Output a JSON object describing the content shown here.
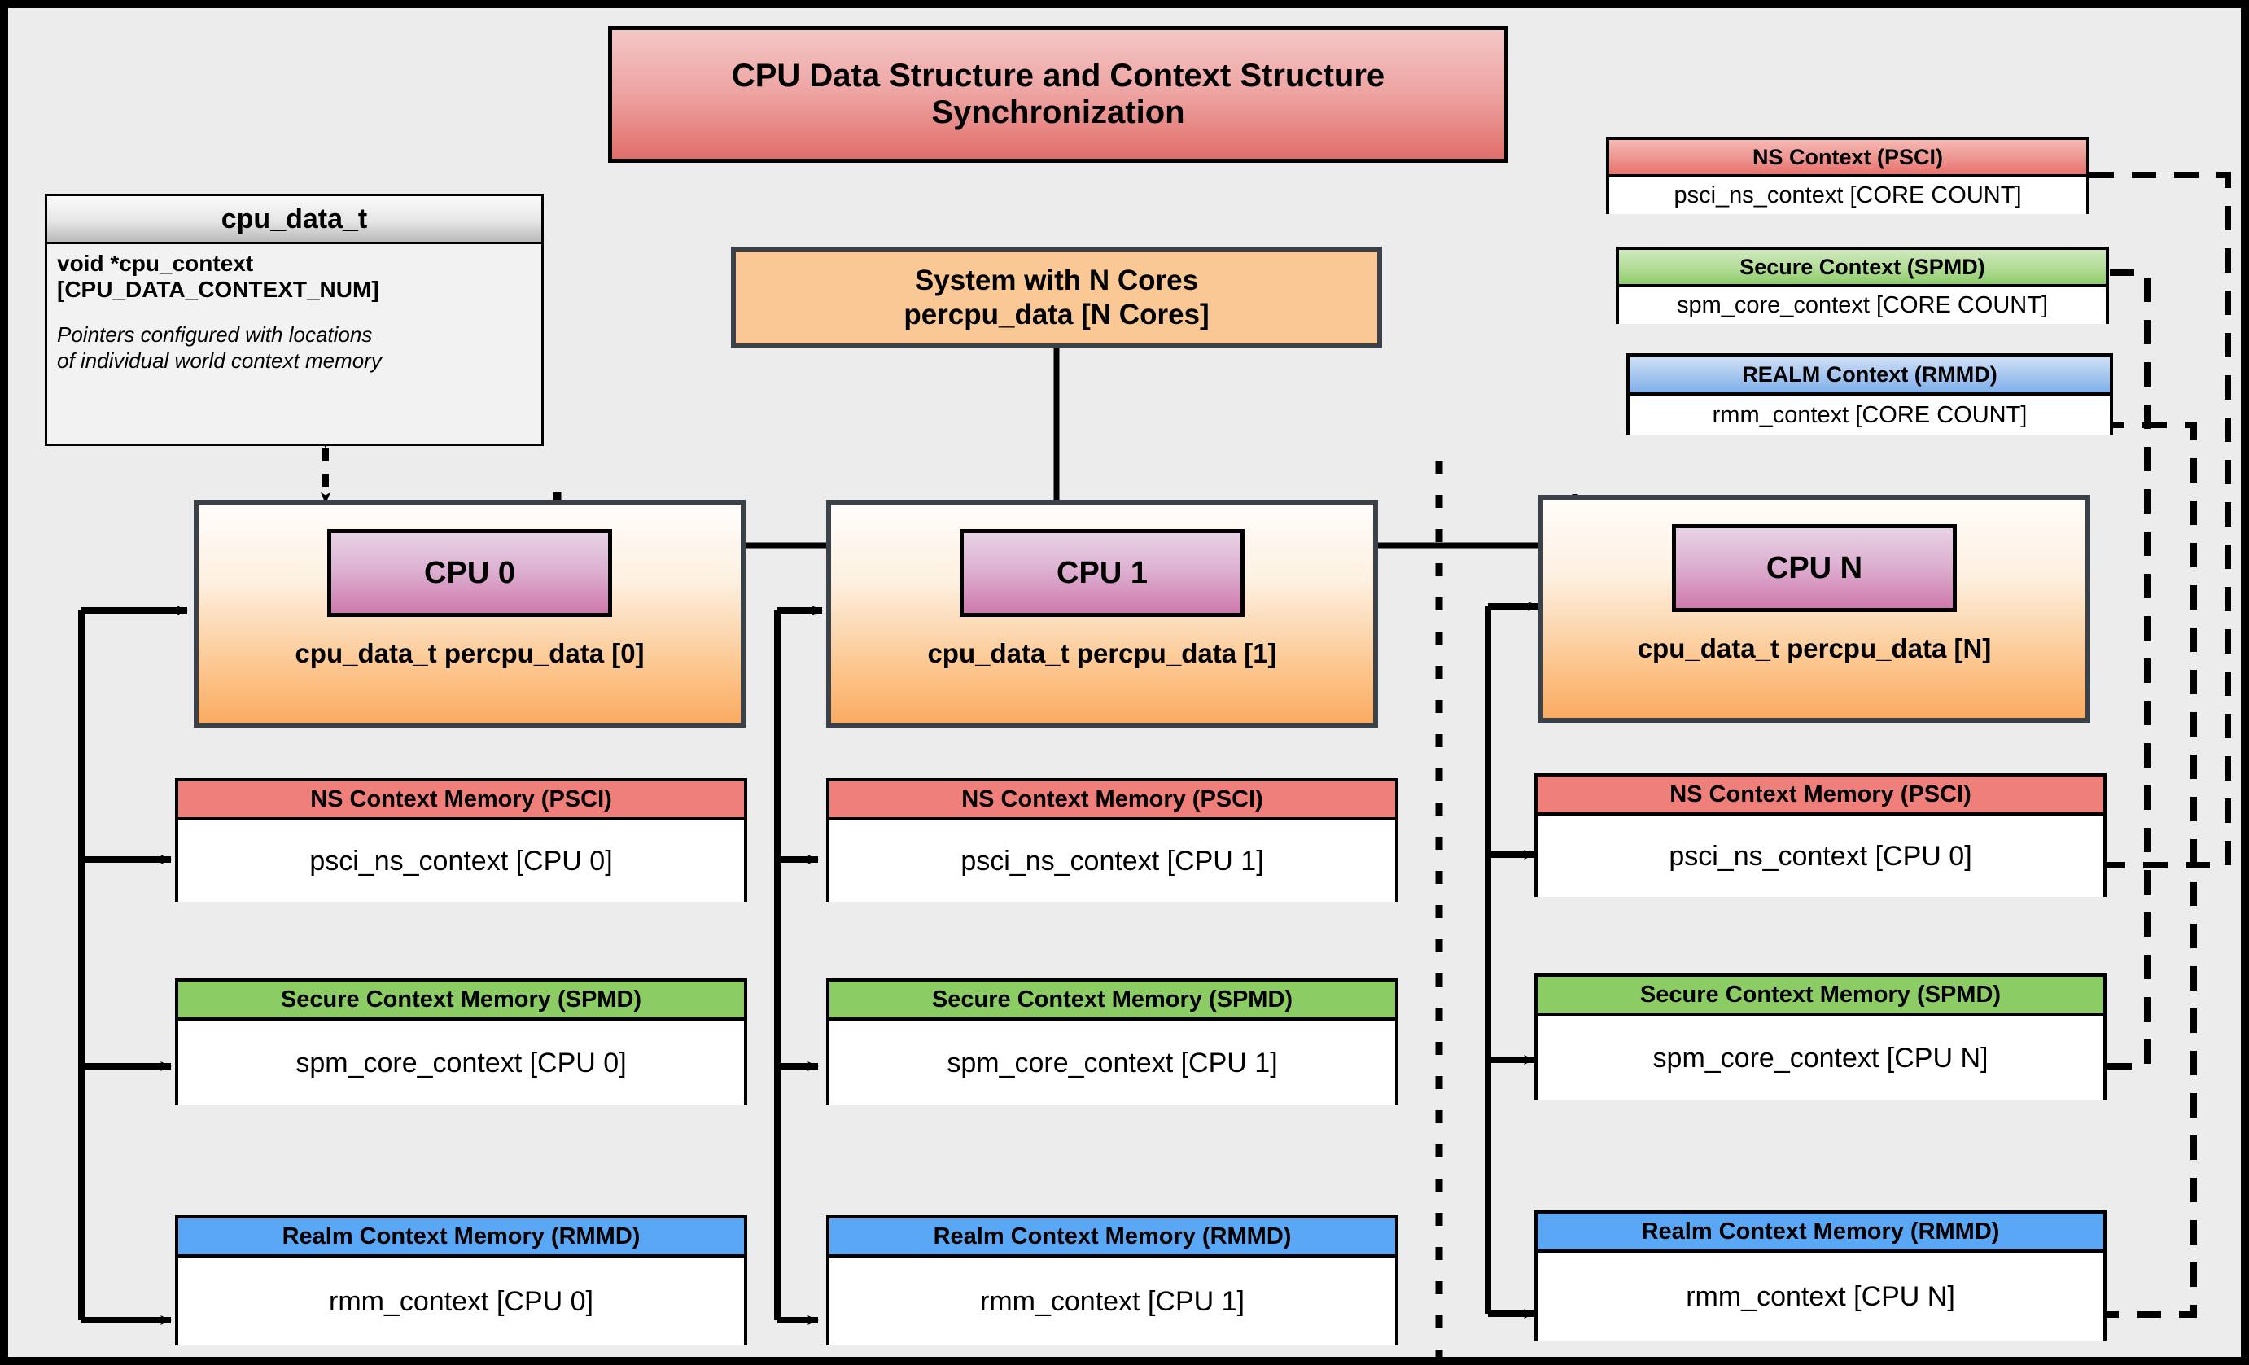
{
  "title": {
    "line1": "CPU Data Structure and Context Structure",
    "line2": "Synchronization"
  },
  "cpu_data_t": {
    "header": "cpu_data_t",
    "field_line1": "void  *cpu_context",
    "field_line2": "[CPU_DATA_CONTEXT_NUM]",
    "note_line1": "Pointers configured with locations",
    "note_line2": "of individual world context memory"
  },
  "system": {
    "line1": "System with N Cores",
    "line2": "percpu_data [N Cores]"
  },
  "global_contexts": [
    {
      "header": "NS Context  (PSCI)",
      "body": "psci_ns_context [CORE COUNT]",
      "style": "red"
    },
    {
      "header": "Secure Context (SPMD)",
      "body": "spm_core_context [CORE COUNT]",
      "style": "green"
    },
    {
      "header": "REALM Context (RMMD)",
      "body": "rmm_context [CORE COUNT]",
      "style": "blue"
    }
  ],
  "columns": [
    {
      "chip": "CPU 0",
      "percpu": "cpu_data_t percpu_data [0]",
      "memories": [
        {
          "header": "NS Context Memory (PSCI)",
          "body": "psci_ns_context [CPU 0]",
          "style": "red"
        },
        {
          "header": "Secure Context Memory (SPMD)",
          "body": "spm_core_context [CPU 0]",
          "style": "green"
        },
        {
          "header": "Realm Context Memory (RMMD)",
          "body": "rmm_context [CPU 0]",
          "style": "blue"
        }
      ]
    },
    {
      "chip": "CPU 1",
      "percpu": "cpu_data_t percpu_data [1]",
      "memories": [
        {
          "header": "NS Context Memory (PSCI)",
          "body": "psci_ns_context [CPU 1]",
          "style": "red"
        },
        {
          "header": "Secure Context Memory (SPMD)",
          "body": "spm_core_context [CPU 1]",
          "style": "green"
        },
        {
          "header": "Realm Context Memory (RMMD)",
          "body": "rmm_context [CPU 1]",
          "style": "blue"
        }
      ]
    },
    {
      "chip": "CPU N",
      "percpu": "cpu_data_t percpu_data [N]",
      "memories": [
        {
          "header": "NS Context Memory (PSCI)",
          "body": "psci_ns_context [CPU 0]",
          "style": "red"
        },
        {
          "header": "Secure Context Memory (SPMD)",
          "body": "spm_core_context [CPU N]",
          "style": "green"
        },
        {
          "header": "Realm Context Memory (RMMD)",
          "body": "rmm_context [CPU N]",
          "style": "blue"
        }
      ]
    }
  ],
  "colors": {
    "ns_red": "#ef7f7b",
    "secure_green": "#8ccc65",
    "realm_blue": "#5aa8f5",
    "cpu_orange": "#fac894",
    "title_pink": "#e16e6a",
    "chip_magenta": "#cf79ad",
    "background": "#ececec"
  }
}
